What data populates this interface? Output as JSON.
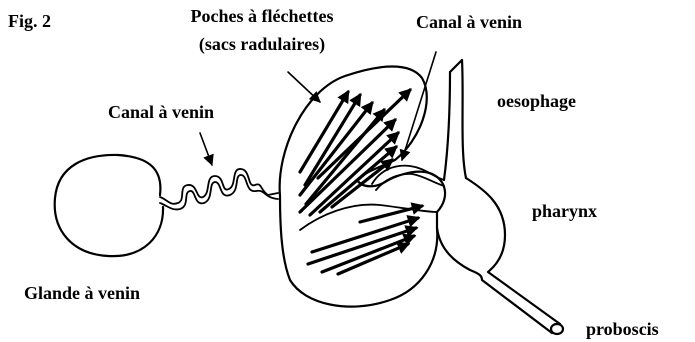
{
  "figure": {
    "title": "Fig. 2"
  },
  "labels": {
    "dart_pouches_line1": "Poches à fléchettes",
    "dart_pouches_line2": "(sacs radulaires)",
    "venom_duct_top": "Canal à venin",
    "venom_duct_left": "Canal à venin",
    "oesophagus": "oesophage",
    "pharynx": "pharynx",
    "venom_gland": "Glande à venin",
    "proboscis": "proboscis"
  },
  "colors": {
    "ink": "#000000",
    "background": "#ffffff"
  }
}
